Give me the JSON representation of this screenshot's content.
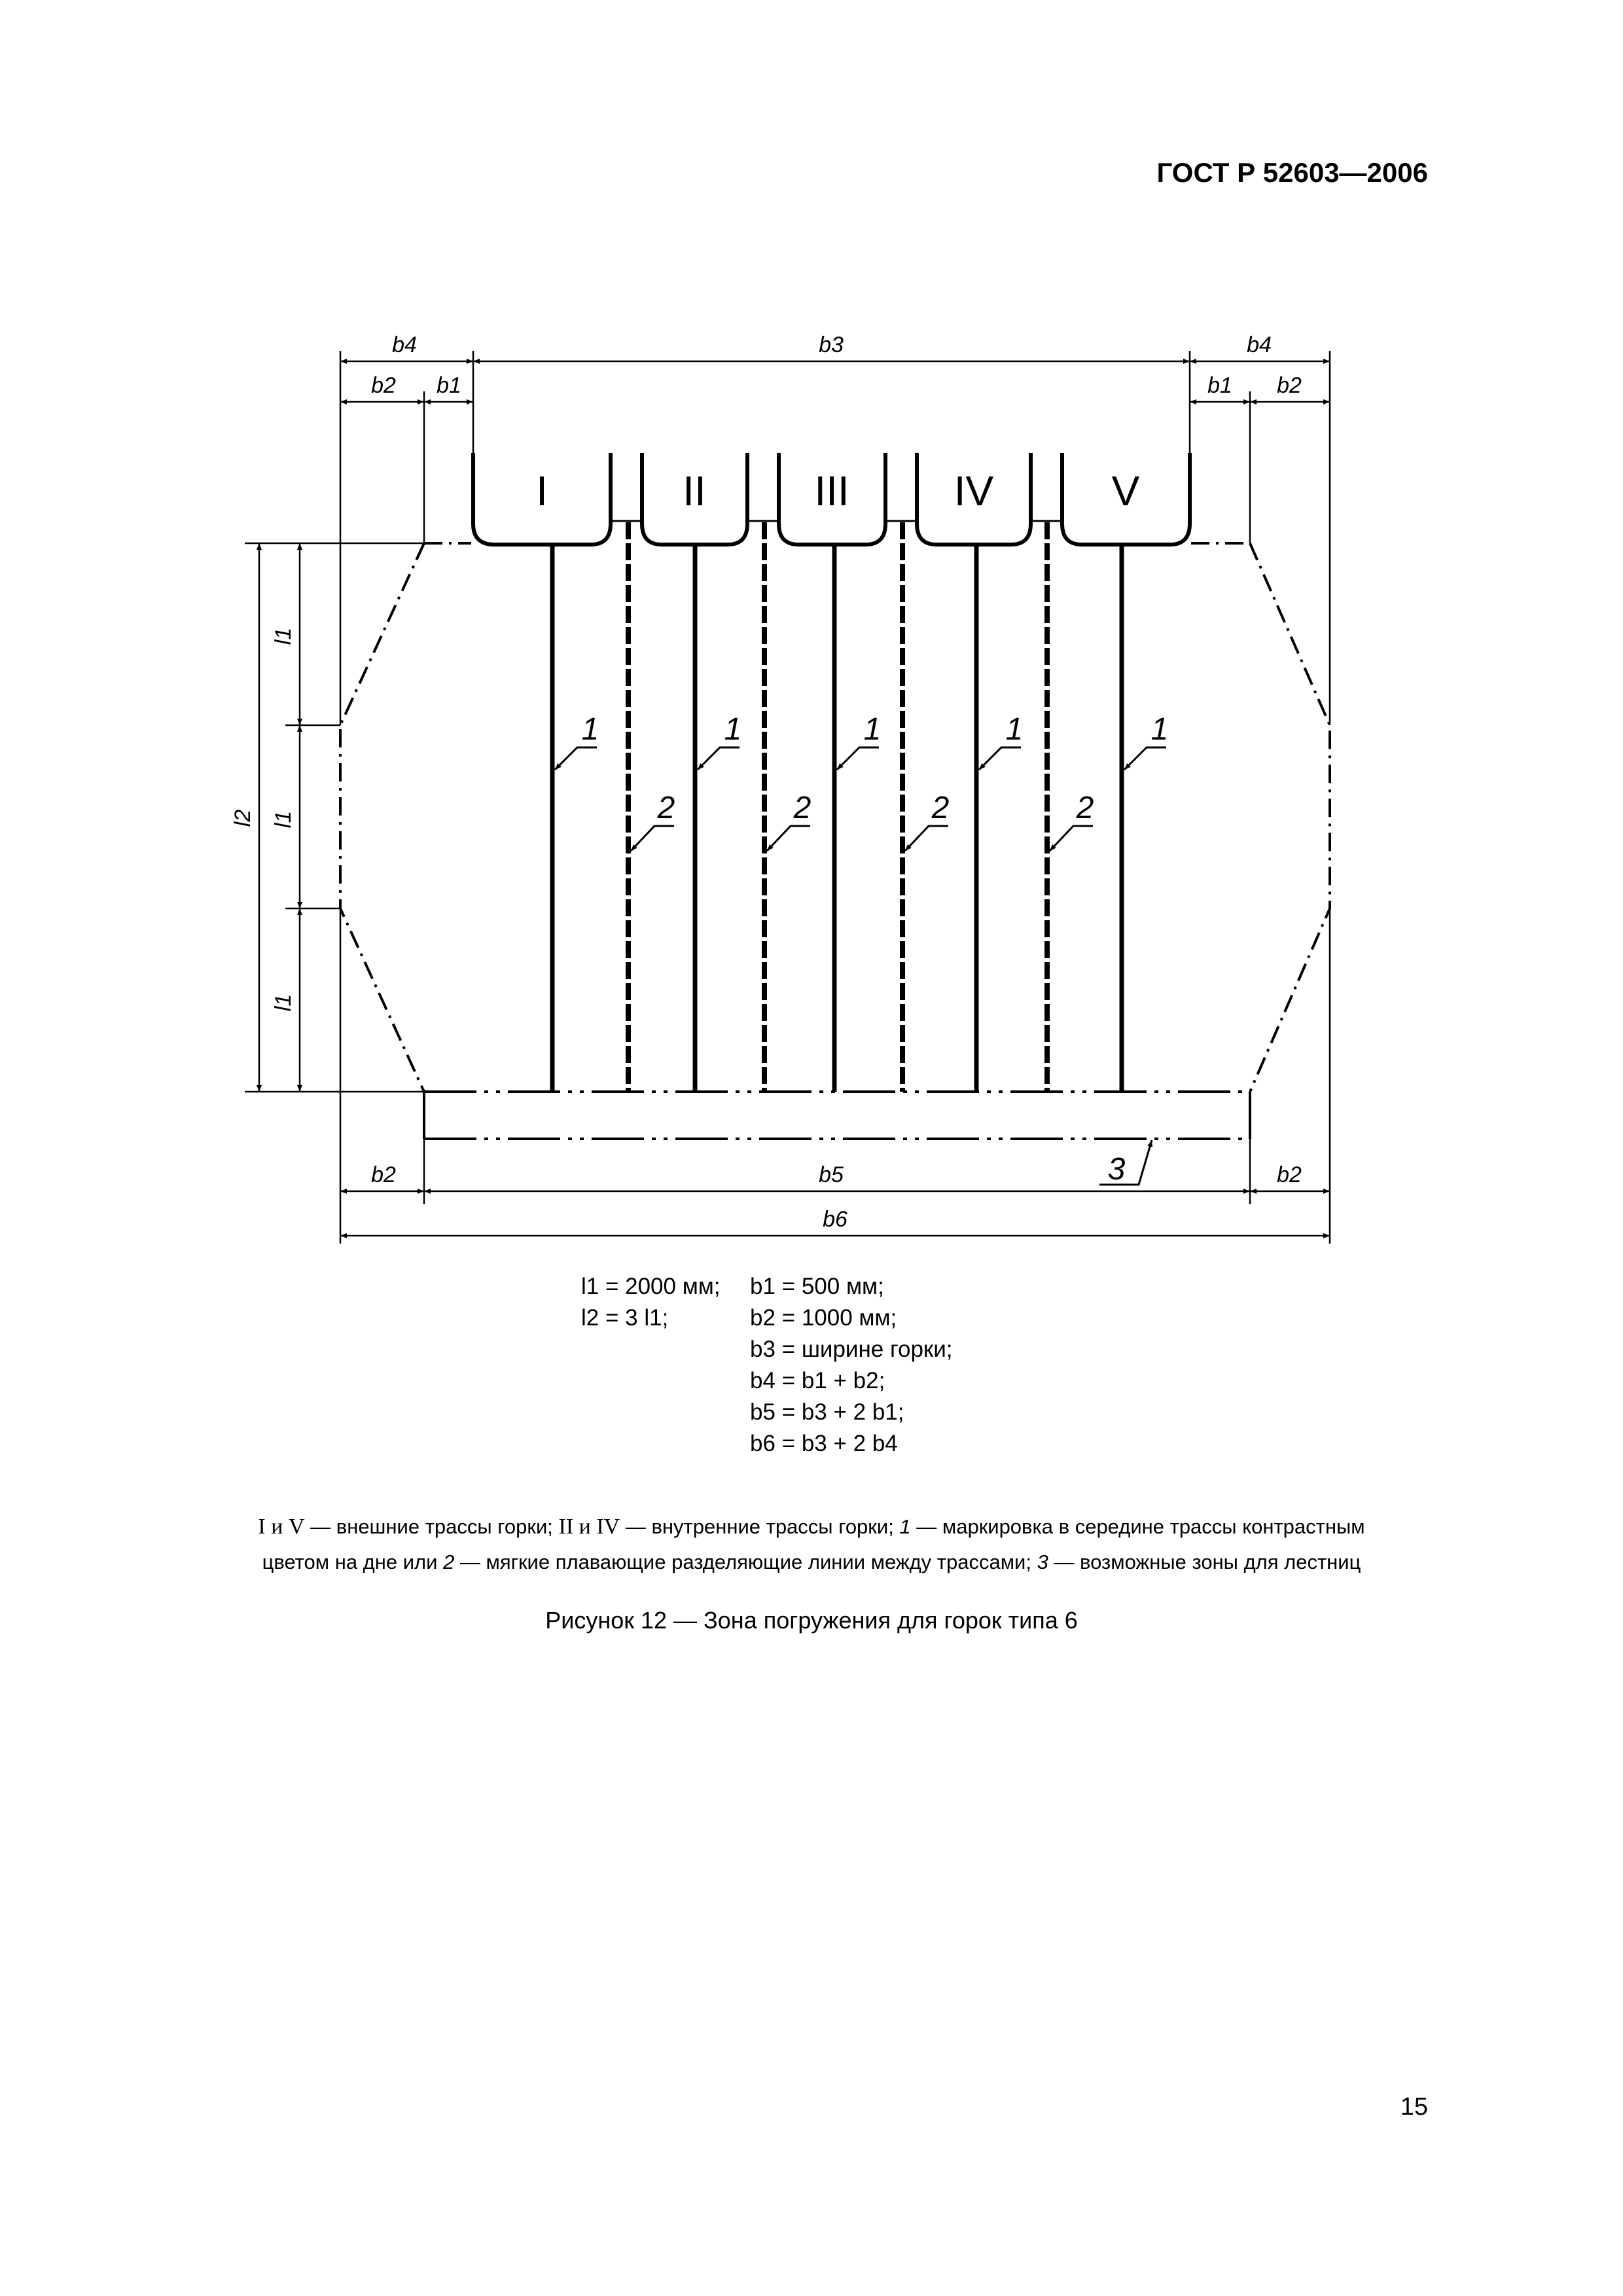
{
  "header": {
    "doc_code": "ГОСТ Р 52603—2006"
  },
  "figure": {
    "lanes": [
      "I",
      "II",
      "III",
      "IV",
      "V"
    ],
    "dims": {
      "b1": "b1",
      "b2": "b2",
      "b3": "b3",
      "b4": "b4",
      "b5": "b5",
      "b6": "b6",
      "l1": "l1",
      "l2": "l2"
    },
    "callouts": {
      "marking": "1",
      "divider": "2",
      "ladder": "3"
    }
  },
  "legend": {
    "l1": "l1 = 2000 мм;",
    "l2": "l2 = 3 l1;",
    "b1": "b1 = 500 мм;",
    "b2": "b2 = 1000 мм;",
    "b3": "b3 = ширине горки;",
    "b4": "b4 = b1 + b2;",
    "b5": "b5 = b3 + 2 b1;",
    "b6": "b6 = b3 + 2 b4"
  },
  "notes": {
    "outer_lanes": "I и V",
    "t1": " — внешние трассы горки; ",
    "inner_lanes": "II и IV",
    "t2": " — внутренние трассы горки; ",
    "n1": "1",
    "t3": " — маркировка в середине трассы контрастным",
    "t4": "цветом на дне или ",
    "n2": "2",
    "t5": " — мягкие плавающие разделяющие линии между трассами; ",
    "n3": "3",
    "t6": " — возможные зоны для лестниц"
  },
  "caption": "Рисунок 12 — Зона погружения для горок типа 6",
  "page_number": "15"
}
